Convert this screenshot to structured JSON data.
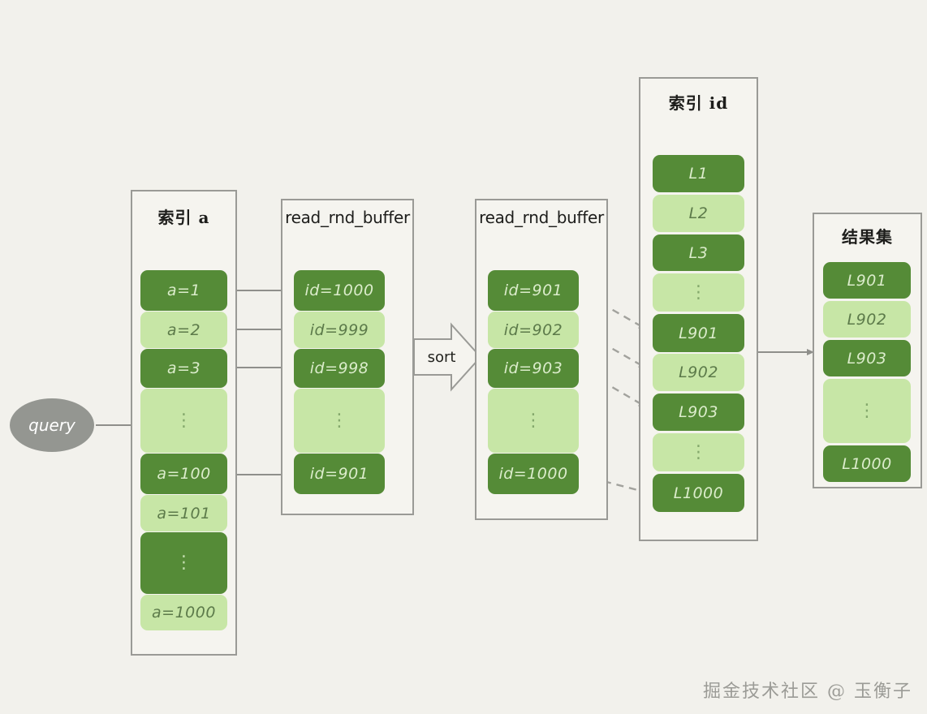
{
  "diagram": {
    "background_color": "#f2f1ec",
    "dark_cell_color": "#558b37",
    "light_cell_color": "#c7e6a6",
    "frame_border_color": "#9a9a96",
    "connector_color": "#8f8f8b",
    "query_node_color": "#949691"
  },
  "query": {
    "label": "query"
  },
  "sort": {
    "label": "sort"
  },
  "watermark": {
    "text": "掘金技术社区 @ 玉衡子"
  },
  "columns": [
    {
      "id": "index-a",
      "title": "索引 a",
      "title_script": "cjk",
      "cells": [
        {
          "label": "a=1",
          "shade": "dark",
          "kind": "value"
        },
        {
          "label": "a=2",
          "shade": "light",
          "kind": "value"
        },
        {
          "label": "a=3",
          "shade": "dark",
          "kind": "value"
        },
        {
          "label": "⋮",
          "shade": "light",
          "kind": "ellipsis"
        },
        {
          "label": "a=100",
          "shade": "dark",
          "kind": "value"
        },
        {
          "label": "a=101",
          "shade": "light",
          "kind": "value"
        },
        {
          "label": "⋮",
          "shade": "dark",
          "kind": "ellipsis"
        },
        {
          "label": "a=1000",
          "shade": "light",
          "kind": "value"
        }
      ]
    },
    {
      "id": "read-rnd-buffer-unsorted",
      "title": "read_rnd_buffer",
      "title_script": "mono",
      "cells": [
        {
          "label": "id=1000",
          "shade": "dark",
          "kind": "value"
        },
        {
          "label": "id=999",
          "shade": "light",
          "kind": "value"
        },
        {
          "label": "id=998",
          "shade": "dark",
          "kind": "value"
        },
        {
          "label": "⋮",
          "shade": "light",
          "kind": "ellipsis"
        },
        {
          "label": "id=901",
          "shade": "dark",
          "kind": "value"
        }
      ]
    },
    {
      "id": "read-rnd-buffer-sorted",
      "title": "read_rnd_buffer",
      "title_script": "mono",
      "cells": [
        {
          "label": "id=901",
          "shade": "dark",
          "kind": "value"
        },
        {
          "label": "id=902",
          "shade": "light",
          "kind": "value"
        },
        {
          "label": "id=903",
          "shade": "dark",
          "kind": "value"
        },
        {
          "label": "⋮",
          "shade": "light",
          "kind": "ellipsis"
        },
        {
          "label": "id=1000",
          "shade": "dark",
          "kind": "value"
        }
      ]
    },
    {
      "id": "index-id",
      "title": "索引 id",
      "title_script": "cjk",
      "cells": [
        {
          "label": "L1",
          "shade": "dark",
          "kind": "value"
        },
        {
          "label": "L2",
          "shade": "light",
          "kind": "value"
        },
        {
          "label": "L3",
          "shade": "dark",
          "kind": "value"
        },
        {
          "label": "⋮",
          "shade": "light",
          "kind": "ellipsis"
        },
        {
          "label": "L901",
          "shade": "dark",
          "kind": "value"
        },
        {
          "label": "L902",
          "shade": "light",
          "kind": "value"
        },
        {
          "label": "L903",
          "shade": "dark",
          "kind": "value"
        },
        {
          "label": "⋮",
          "shade": "light",
          "kind": "ellipsis"
        },
        {
          "label": "L1000",
          "shade": "dark",
          "kind": "value"
        }
      ]
    },
    {
      "id": "result-set",
      "title": "结果集",
      "title_script": "cjk",
      "cells": [
        {
          "label": "L901",
          "shade": "dark",
          "kind": "value"
        },
        {
          "label": "L902",
          "shade": "light",
          "kind": "value"
        },
        {
          "label": "L903",
          "shade": "dark",
          "kind": "value"
        },
        {
          "label": "⋮",
          "shade": "light",
          "kind": "ellipsis"
        },
        {
          "label": "L1000",
          "shade": "dark",
          "kind": "value"
        }
      ]
    }
  ]
}
